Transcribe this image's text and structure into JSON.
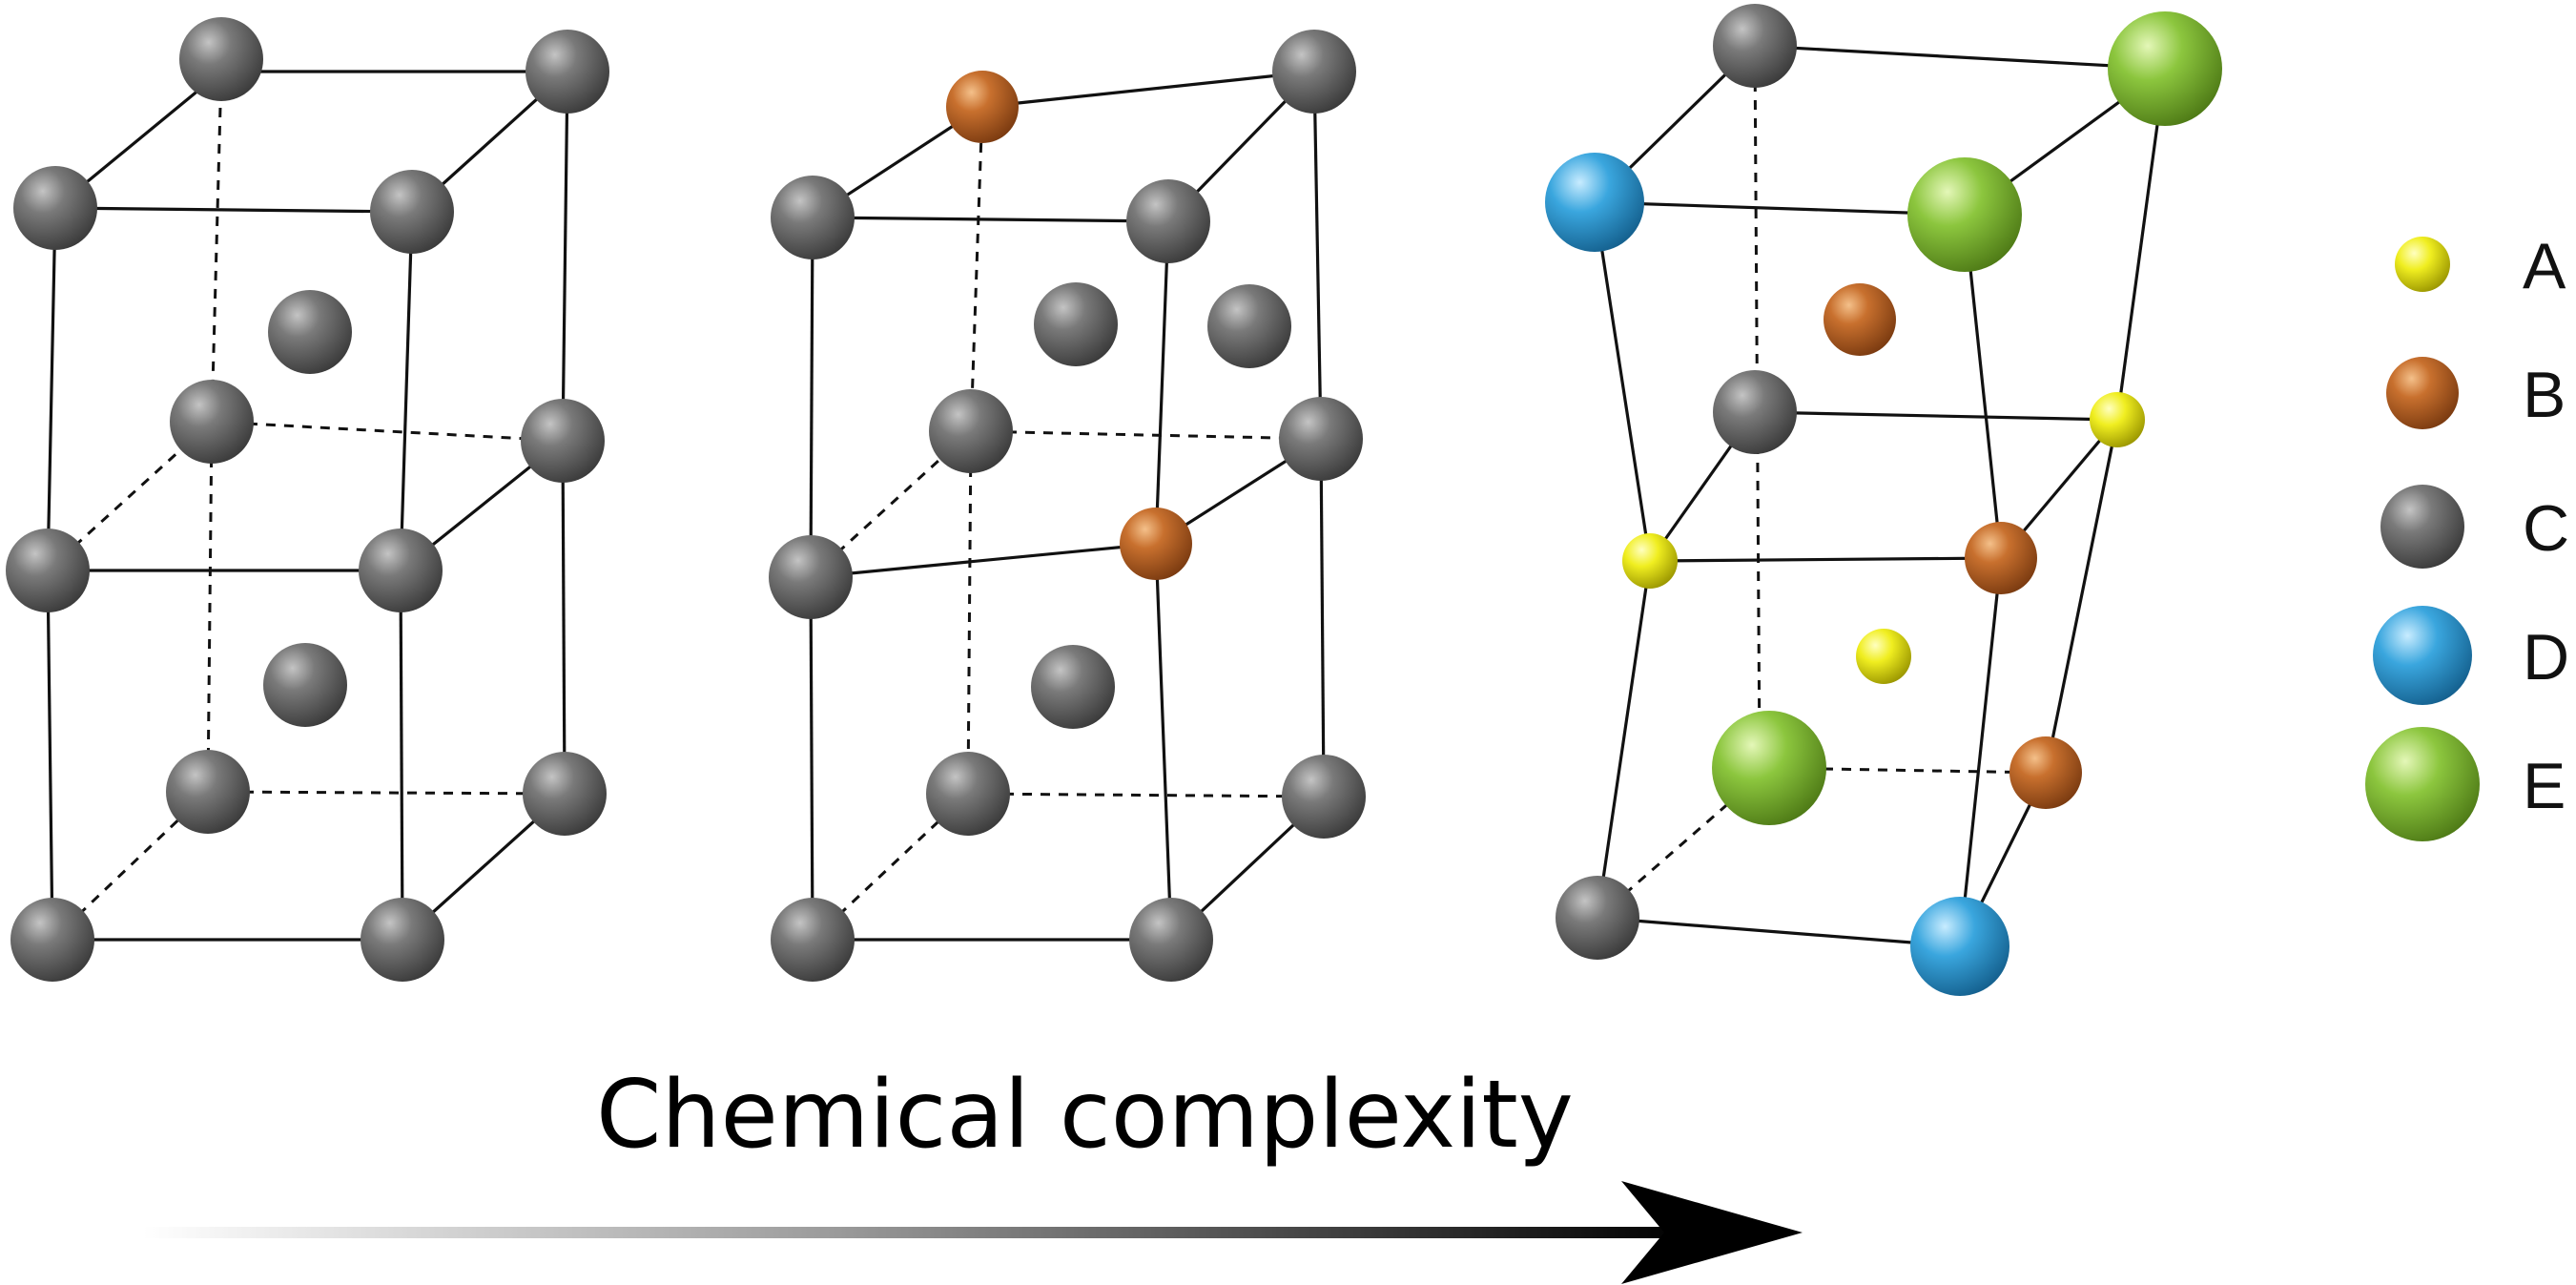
{
  "caption": "Chemical complexity",
  "legend": [
    {
      "label": "A",
      "color": "#f0ee20",
      "atom": "A"
    },
    {
      "label": "B",
      "color": "#c8702e",
      "atom": "B"
    },
    {
      "label": "C",
      "color": "#6e6e6e",
      "atom": "C"
    },
    {
      "label": "D",
      "color": "#3aa6de",
      "atom": "D"
    },
    {
      "label": "E",
      "color": "#8cc63e",
      "atom": "E"
    }
  ],
  "lattices": [
    {
      "name": "lattice-1",
      "composition": "all C"
    },
    {
      "name": "lattice-2",
      "composition": "C with B substitutions"
    },
    {
      "name": "lattice-3",
      "composition": "A, B, C, D, E mixture"
    }
  ]
}
